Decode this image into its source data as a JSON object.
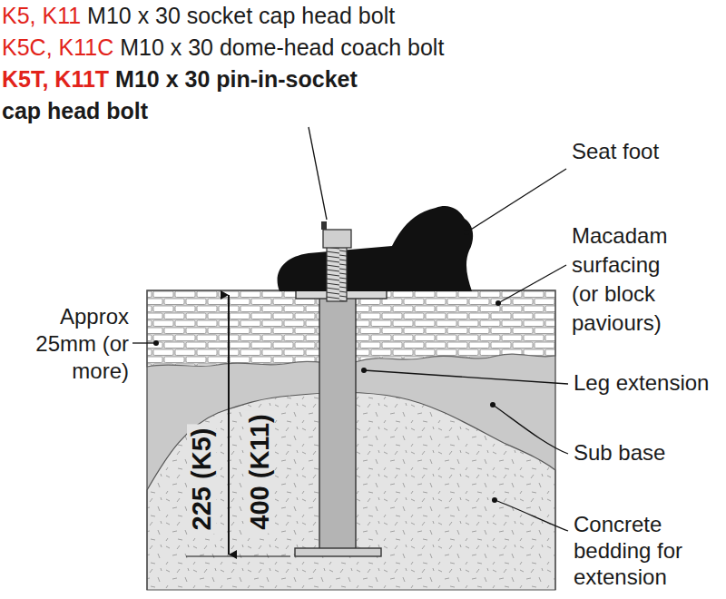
{
  "diagram": {
    "labels": [
      "K5, K11",
      "M10 x 30 socket cap head bolt",
      "K5C, K11C",
      "M10 x 30 dome-head coach bolt",
      "K5T, K11T",
      "M10 x 30 pin-in-socket cap head bolt",
      "Seat foot",
      "Macadam surfacing (or block paviours)",
      "Approx 25mm (or more)",
      "Leg extension",
      "Sub base",
      "Concrete bedding for extension",
      "225 (K5)",
      "400 (K11)"
    ]
  }
}
